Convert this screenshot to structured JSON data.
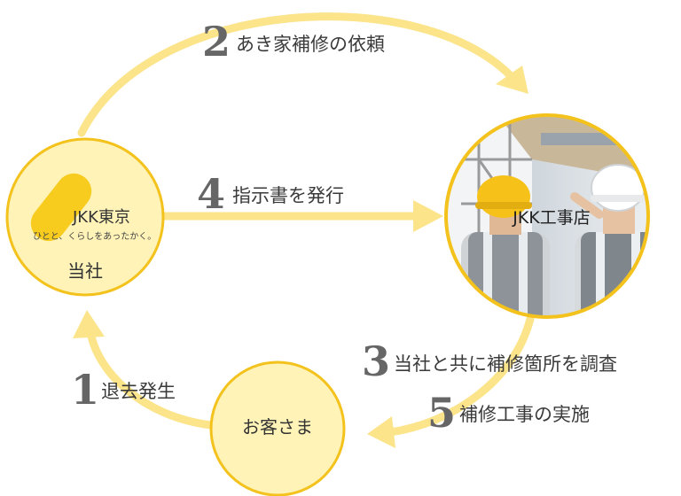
{
  "colors": {
    "arrow": "#fbe48a",
    "circle_fill": "#fff3b8",
    "circle_stroke": "#f4c21d",
    "logo_yellow": "#f7cc1f",
    "number_gray": "#666666",
    "text": "#3a3a3a"
  },
  "nodes": {
    "company": {
      "logo_text": "JKK東京",
      "slogan": "ひとと、くらしをあったかく。",
      "label": "当社"
    },
    "contractor": {
      "label": "JKK工事店"
    },
    "customer": {
      "label": "お客さま"
    }
  },
  "steps": [
    {
      "number": "1",
      "label": "退去発生"
    },
    {
      "number": "2",
      "label": "あき家補修の依頼"
    },
    {
      "number": "3",
      "label": "当社と共に補修箇所を調査"
    },
    {
      "number": "4",
      "label": "指示書を発行"
    },
    {
      "number": "5",
      "label": "補修工事の実施"
    }
  ]
}
